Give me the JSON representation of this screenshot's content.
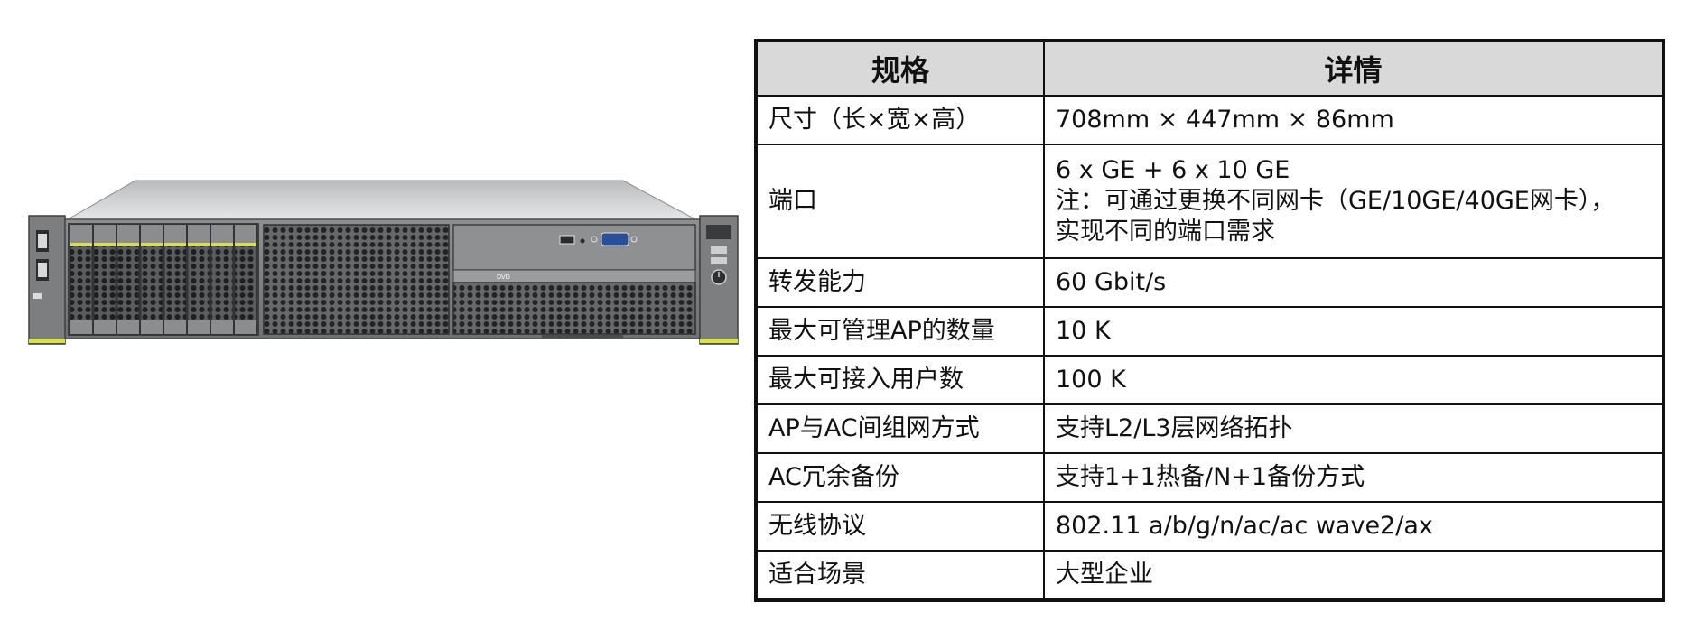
{
  "product_image": {
    "name": "server-chassis-image",
    "panel_texts": {
      "dvd": "DVD"
    }
  },
  "table": {
    "headers": [
      "规格",
      "详情"
    ],
    "rows": [
      {
        "label": "尺寸（长×宽×高）",
        "values": [
          "708mm × 447mm × 86mm"
        ]
      },
      {
        "label": "端口",
        "values": [
          "6 x GE + 6 x 10 GE",
          "注：可通过更换不同网卡（GE/10GE/40GE网卡），",
          "实现不同的端口需求"
        ]
      },
      {
        "label": "转发能力",
        "values": [
          "60 Gbit/s"
        ]
      },
      {
        "label": "最大可管理AP的数量",
        "values": [
          "10 K"
        ]
      },
      {
        "label": "最大可接入用户数",
        "values": [
          "100 K"
        ]
      },
      {
        "label": "AP与AC间组网方式",
        "values": [
          "支持L2/L3层网络拓扑"
        ]
      },
      {
        "label": "AC冗余备份",
        "values": [
          "支持1+1热备/N+1备份方式"
        ]
      },
      {
        "label": "无线协议",
        "values": [
          "802.11 a/b/g/n/ac/ac wave2/ax"
        ]
      },
      {
        "label": "适合场景",
        "values": [
          "大型企业"
        ]
      }
    ]
  },
  "colors": {
    "border": "#111111",
    "header_bg": "#d9d9d9",
    "chassis_grey": "#7a7c7e",
    "accent_yellow": "#d8e04a"
  }
}
